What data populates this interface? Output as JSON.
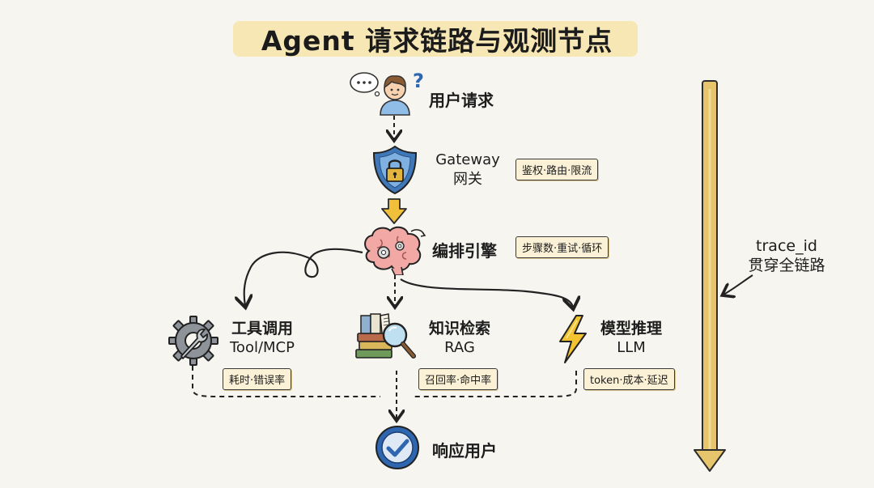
{
  "title": "Agent 请求链路与观测节点",
  "nodes": {
    "user": {
      "label": "用户请求"
    },
    "gateway": {
      "label": "Gateway",
      "sublabel": "网关",
      "tag": "鉴权·路由·限流"
    },
    "orchestrator": {
      "label": "编排引擎",
      "tag": "步骤数·重试·循环"
    },
    "tool": {
      "label": "工具调用",
      "sublabel": "Tool/MCP",
      "tag": "耗时·错误率"
    },
    "rag": {
      "label": "知识检索",
      "sublabel": "RAG",
      "tag": "召回率·命中率"
    },
    "llm": {
      "label": "模型推理",
      "sublabel": "LLM",
      "tag": "token·成本·延迟"
    },
    "response": {
      "label": "响应用户"
    }
  },
  "trace": {
    "label_line1": "trace_id",
    "label_line2": "贯穿全链路"
  },
  "colors": {
    "title_highlight": "#f7e6ad",
    "tag_bg": "#fbf1d6",
    "shield": "#3f78b8",
    "lock": "#e3b53d",
    "trace_bar": "#e6c56d",
    "bolt": "#f2c230",
    "check": "#2f66b0"
  },
  "icons": [
    "thinking-person-icon",
    "shield-lock-icon",
    "brain-gear-icon",
    "gear-wrench-icon",
    "books-magnifier-icon",
    "lightning-icon",
    "checkmark-icon",
    "down-arrow-icon"
  ]
}
